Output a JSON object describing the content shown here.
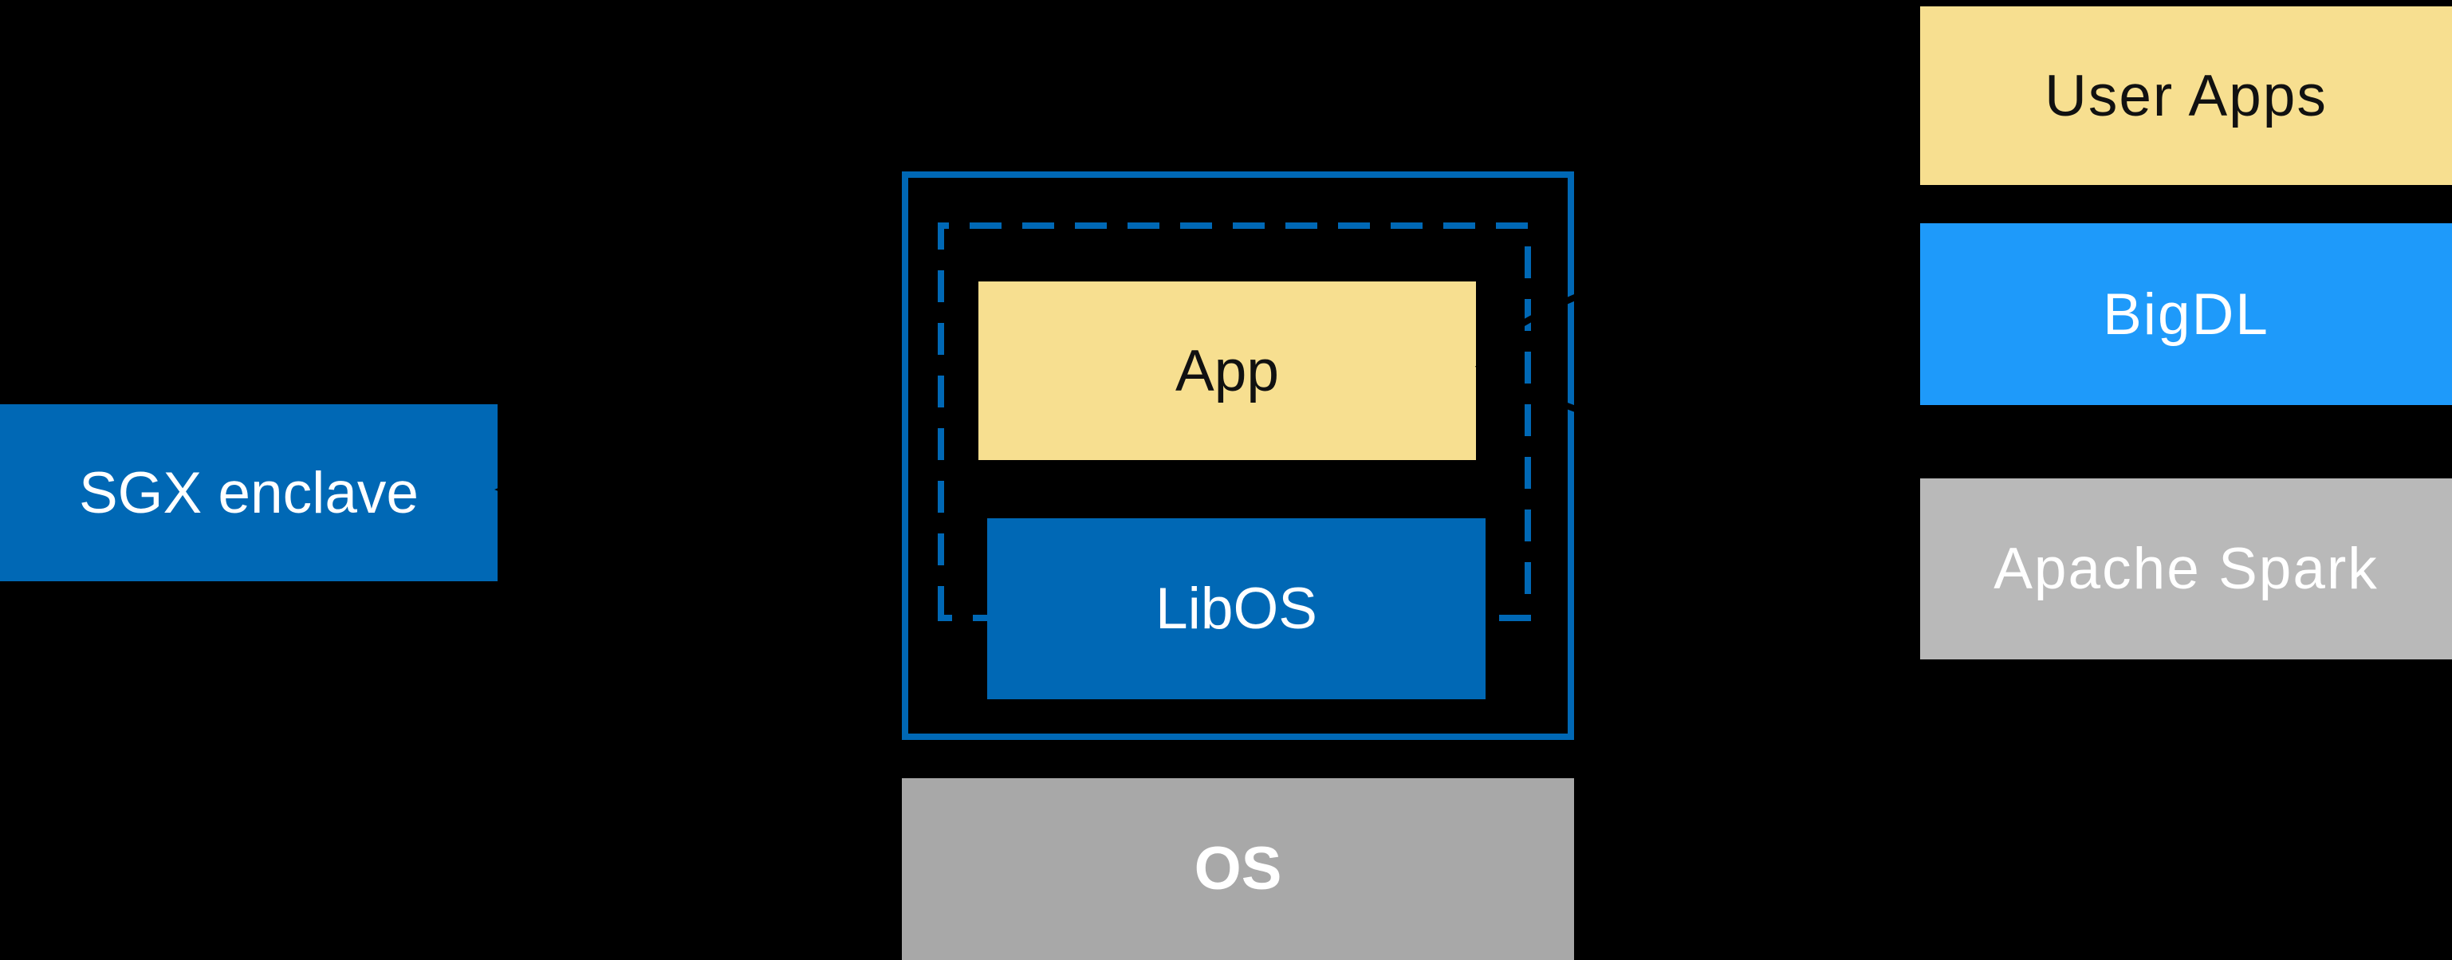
{
  "diagram": {
    "sgx": {
      "label": "SGX enclave"
    },
    "enclave": {
      "app_label": "App",
      "libos_label": "LibOS"
    },
    "os": {
      "label": "OS"
    },
    "stack": {
      "user_apps": {
        "label": "User Apps"
      },
      "bigdl": {
        "label": "BigDL"
      },
      "apache_spark": {
        "label": "Apache Spark"
      }
    },
    "colors": {
      "background": "#000000",
      "intel_blue": "#0068B5",
      "bright_blue": "#1E9AFA",
      "yellow": "#F7DF90",
      "os_gray": "#A8A8A8",
      "spark_gray": "#B9B9B9",
      "arrow_black": "#000000",
      "text_light": "#FFFFFF",
      "text_dark": "#111111"
    }
  }
}
